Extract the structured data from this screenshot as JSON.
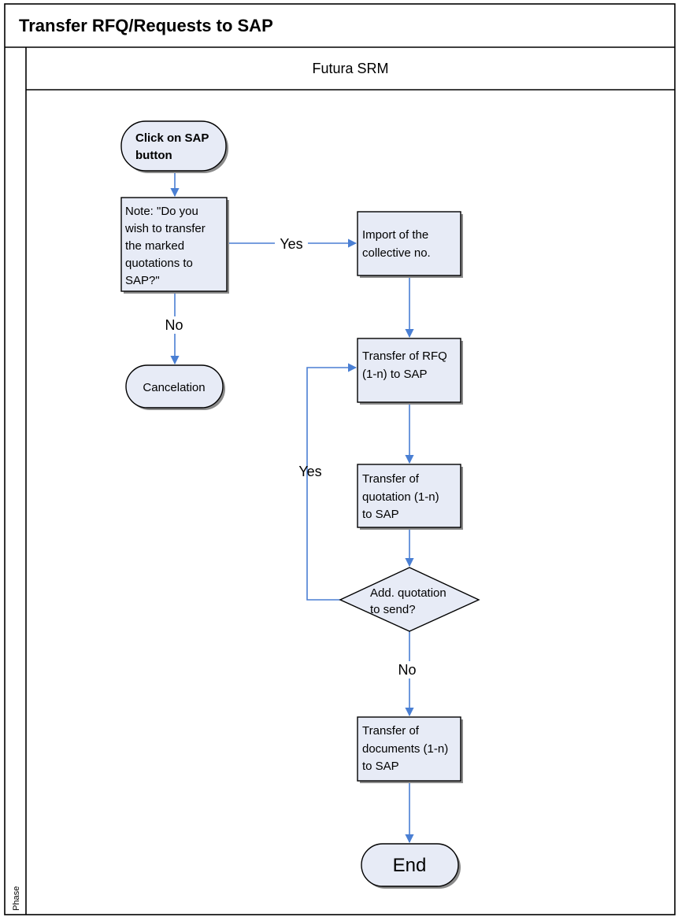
{
  "title": "Transfer RFQ/Requests to SAP",
  "lane": "Futura SRM",
  "phase_label": "Phase",
  "nodes": {
    "start": {
      "lines": [
        "Click on SAP",
        "button"
      ]
    },
    "note": {
      "lines": [
        "Note: \"Do you",
        "wish to transfer",
        "the marked",
        "quotations to",
        "SAP?\""
      ]
    },
    "import": {
      "lines": [
        "Import of the",
        "collective no."
      ]
    },
    "cancel": {
      "lines": [
        "Cancelation"
      ]
    },
    "transfer_rfq": {
      "lines": [
        "Transfer of RFQ",
        "(1-n) to SAP"
      ]
    },
    "transfer_quotation": {
      "lines": [
        "Transfer of",
        "quotation (1-n)",
        "to SAP"
      ]
    },
    "decision": {
      "lines": [
        "Add. quotation",
        "to send?"
      ]
    },
    "transfer_documents": {
      "lines": [
        "Transfer of",
        "documents (1-n)",
        "to SAP"
      ]
    },
    "end": {
      "lines": [
        "End"
      ]
    }
  },
  "edge_labels": {
    "note_yes": "Yes",
    "note_no": "No",
    "loop_yes": "Yes",
    "decision_no": "No"
  },
  "colors": {
    "shape_fill": "#e7ebf6",
    "connector": "#4a7fd3",
    "outline": "#000000"
  }
}
